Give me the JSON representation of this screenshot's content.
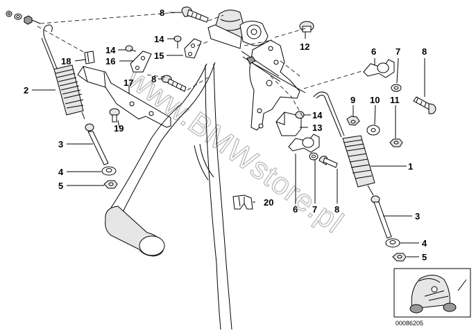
{
  "diagram": {
    "watermark": "www.BMWstore.pl",
    "image_code": "00086205",
    "callouts": [
      {
        "id": "c8a",
        "text": "8"
      },
      {
        "id": "c12",
        "text": "12"
      },
      {
        "id": "c14a",
        "text": "14"
      },
      {
        "id": "c14b",
        "text": "14"
      },
      {
        "id": "c15",
        "text": "15"
      },
      {
        "id": "c16",
        "text": "16"
      },
      {
        "id": "c8b",
        "text": "8"
      },
      {
        "id": "c17",
        "text": "17"
      },
      {
        "id": "c18",
        "text": "18"
      },
      {
        "id": "c19",
        "text": "19"
      },
      {
        "id": "c2",
        "text": "2"
      },
      {
        "id": "c3a",
        "text": "3"
      },
      {
        "id": "c4a",
        "text": "4"
      },
      {
        "id": "c5a",
        "text": "5"
      },
      {
        "id": "c20",
        "text": "20"
      },
      {
        "id": "c6a",
        "text": "6"
      },
      {
        "id": "c7a",
        "text": "7"
      },
      {
        "id": "c8c",
        "text": "8"
      },
      {
        "id": "c9",
        "text": "9"
      },
      {
        "id": "c10",
        "text": "10"
      },
      {
        "id": "c11",
        "text": "11"
      },
      {
        "id": "c14c",
        "text": "14"
      },
      {
        "id": "c13",
        "text": "13"
      },
      {
        "id": "c1",
        "text": "1"
      },
      {
        "id": "c6b",
        "text": "6"
      },
      {
        "id": "c7b",
        "text": "7"
      },
      {
        "id": "c8d",
        "text": "8"
      },
      {
        "id": "c3b",
        "text": "3"
      },
      {
        "id": "c4b",
        "text": "4"
      },
      {
        "id": "c5b",
        "text": "5"
      }
    ]
  }
}
